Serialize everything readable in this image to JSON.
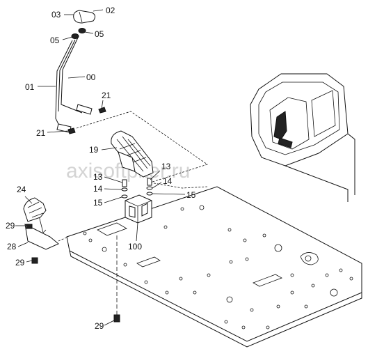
{
  "watermark": "axisoftpiter.ru",
  "callouts": {
    "c03": "03",
    "c02": "02",
    "c05a": "05",
    "c05b": "05",
    "c00": "00",
    "c01": "01",
    "c21a": "21",
    "c21b": "21",
    "c19": "19",
    "c13a": "13",
    "c13b": "13",
    "c14a": "14",
    "c14b": "14",
    "c15a": "15",
    "c15b": "15",
    "c24": "24",
    "c29a": "29",
    "c28": "28",
    "c29b": "29",
    "c100": "100",
    "c29c": "29"
  }
}
